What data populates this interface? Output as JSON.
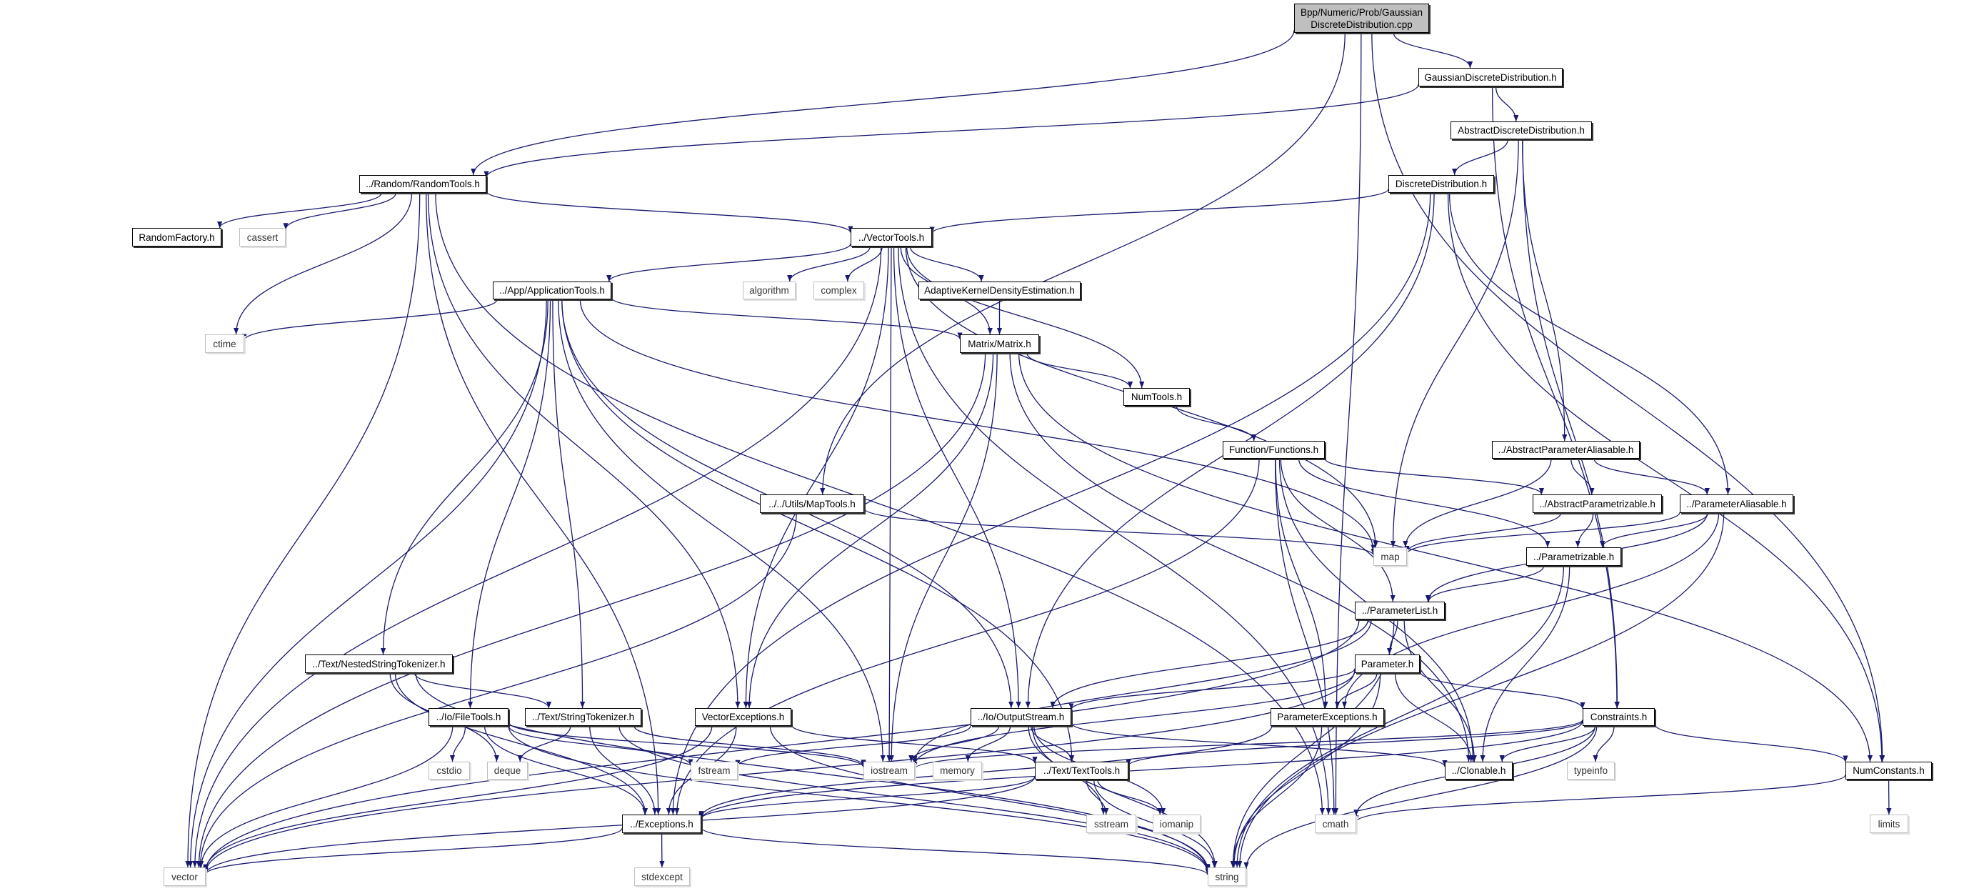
{
  "colors": {
    "edge": "#191970",
    "root_fill": "#bfbfbf",
    "system_border": "#bfbfbf",
    "node_border": "#000000"
  },
  "root": {
    "line1": "Bpp/Numeric/Prob/Gaussian",
    "line2": "DiscreteDistribution.cpp"
  },
  "nodes": {
    "gdd": {
      "label": "GaussianDiscreteDistribution.h",
      "kind": "local"
    },
    "add": {
      "label": "AbstractDiscreteDistribution.h",
      "kind": "local"
    },
    "dd": {
      "label": "DiscreteDistribution.h",
      "kind": "local"
    },
    "randomtools": {
      "label": "../Random/RandomTools.h",
      "kind": "local"
    },
    "randomfactory": {
      "label": "RandomFactory.h",
      "kind": "local"
    },
    "cassert": {
      "label": "cassert",
      "kind": "system"
    },
    "vectortools": {
      "label": "../VectorTools.h",
      "kind": "local"
    },
    "apptools": {
      "label": "../App/ApplicationTools.h",
      "kind": "local"
    },
    "algorithm": {
      "label": "algorithm",
      "kind": "system"
    },
    "complex": {
      "label": "complex",
      "kind": "system"
    },
    "akde": {
      "label": "AdaptiveKernelDensityEstimation.h",
      "kind": "local"
    },
    "ctime": {
      "label": "ctime",
      "kind": "system"
    },
    "matrix": {
      "label": "Matrix/Matrix.h",
      "kind": "local"
    },
    "numtools": {
      "label": "NumTools.h",
      "kind": "local"
    },
    "functions": {
      "label": "Function/Functions.h",
      "kind": "local"
    },
    "apa": {
      "label": "../AbstractParameterAliasable.h",
      "kind": "local"
    },
    "maptools": {
      "label": "../../Utils/MapTools.h",
      "kind": "local"
    },
    "aparam": {
      "label": "../AbstractParametrizable.h",
      "kind": "local"
    },
    "palias": {
      "label": "../ParameterAliasable.h",
      "kind": "local"
    },
    "map": {
      "label": "map",
      "kind": "system"
    },
    "parametrizable": {
      "label": "../Parametrizable.h",
      "kind": "local"
    },
    "paramlist": {
      "label": "../ParameterList.h",
      "kind": "local"
    },
    "nst": {
      "label": "../Text/NestedStringTokenizer.h",
      "kind": "local"
    },
    "parameter": {
      "label": "Parameter.h",
      "kind": "local"
    },
    "filetools": {
      "label": "../Io/FileTools.h",
      "kind": "local"
    },
    "stringtok": {
      "label": "../Text/StringTokenizer.h",
      "kind": "local"
    },
    "vecexc": {
      "label": "VectorExceptions.h",
      "kind": "local"
    },
    "outstream": {
      "label": "../Io/OutputStream.h",
      "kind": "local"
    },
    "paramexc": {
      "label": "ParameterExceptions.h",
      "kind": "local"
    },
    "constraints": {
      "label": "Constraints.h",
      "kind": "local"
    },
    "cstdio": {
      "label": "cstdio",
      "kind": "system"
    },
    "deque": {
      "label": "deque",
      "kind": "system"
    },
    "fstream": {
      "label": "fstream",
      "kind": "system"
    },
    "iostream": {
      "label": "iostream",
      "kind": "system"
    },
    "memory": {
      "label": "memory",
      "kind": "system"
    },
    "texttools": {
      "label": "../Text/TextTools.h",
      "kind": "local"
    },
    "clonable": {
      "label": "../Clonable.h",
      "kind": "local"
    },
    "typeinfo": {
      "label": "typeinfo",
      "kind": "system"
    },
    "numconst": {
      "label": "NumConstants.h",
      "kind": "local"
    },
    "exceptions": {
      "label": "../Exceptions.h",
      "kind": "local"
    },
    "sstream": {
      "label": "sstream",
      "kind": "system"
    },
    "iomanip": {
      "label": "iomanip",
      "kind": "system"
    },
    "cmath": {
      "label": "cmath",
      "kind": "system"
    },
    "limits": {
      "label": "limits",
      "kind": "system"
    },
    "vector": {
      "label": "vector",
      "kind": "system"
    },
    "stdexcept": {
      "label": "stdexcept",
      "kind": "system"
    },
    "string": {
      "label": "string",
      "kind": "system"
    }
  },
  "edges": [
    [
      "root",
      "gdd"
    ],
    [
      "root",
      "randomtools"
    ],
    [
      "root",
      "maptools"
    ],
    [
      "root",
      "cmath"
    ],
    [
      "root",
      "numconst"
    ],
    [
      "gdd",
      "add"
    ],
    [
      "gdd",
      "randomtools"
    ],
    [
      "gdd",
      "constraints"
    ],
    [
      "add",
      "dd"
    ],
    [
      "add",
      "map"
    ],
    [
      "add",
      "apa"
    ],
    [
      "add",
      "constraints"
    ],
    [
      "dd",
      "vectortools"
    ],
    [
      "dd",
      "exceptions"
    ],
    [
      "dd",
      "outstream"
    ],
    [
      "dd",
      "palias"
    ],
    [
      "dd",
      "numconst"
    ],
    [
      "randomtools",
      "randomfactory"
    ],
    [
      "randomtools",
      "cassert"
    ],
    [
      "randomtools",
      "ctime"
    ],
    [
      "randomtools",
      "vectortools"
    ],
    [
      "randomtools",
      "vector"
    ],
    [
      "randomtools",
      "exceptions"
    ],
    [
      "randomtools",
      "vecexc"
    ],
    [
      "randomtools",
      "cmath"
    ],
    [
      "vectortools",
      "apptools"
    ],
    [
      "vectortools",
      "algorithm"
    ],
    [
      "vectortools",
      "complex"
    ],
    [
      "vectortools",
      "akde"
    ],
    [
      "vectortools",
      "matrix"
    ],
    [
      "vectortools",
      "numtools"
    ],
    [
      "vectortools",
      "map"
    ],
    [
      "vectortools",
      "vecexc"
    ],
    [
      "vectortools",
      "outstream"
    ],
    [
      "vectortools",
      "vector"
    ],
    [
      "vectortools",
      "cmath"
    ],
    [
      "vectortools",
      "iostream"
    ],
    [
      "apptools",
      "ctime"
    ],
    [
      "apptools",
      "vector"
    ],
    [
      "apptools",
      "matrix"
    ],
    [
      "apptools",
      "map"
    ],
    [
      "apptools",
      "nst"
    ],
    [
      "apptools",
      "filetools"
    ],
    [
      "apptools",
      "stringtok"
    ],
    [
      "apptools",
      "texttools"
    ],
    [
      "apptools",
      "outstream"
    ],
    [
      "apptools",
      "iostream"
    ],
    [
      "akde",
      "matrix"
    ],
    [
      "matrix",
      "numtools"
    ],
    [
      "matrix",
      "vecexc"
    ],
    [
      "matrix",
      "vector"
    ],
    [
      "matrix",
      "iostream"
    ],
    [
      "matrix",
      "clonable"
    ],
    [
      "matrix",
      "numconst"
    ],
    [
      "numtools",
      "functions"
    ],
    [
      "functions",
      "aparam"
    ],
    [
      "functions",
      "parametrizable"
    ],
    [
      "functions",
      "paramlist"
    ],
    [
      "functions",
      "paramexc"
    ],
    [
      "functions",
      "clonable"
    ],
    [
      "functions",
      "cmath"
    ],
    [
      "functions",
      "exceptions"
    ],
    [
      "apa",
      "map"
    ],
    [
      "apa",
      "aparam"
    ],
    [
      "apa",
      "palias"
    ],
    [
      "aparam",
      "map"
    ],
    [
      "aparam",
      "parametrizable"
    ],
    [
      "palias",
      "map"
    ],
    [
      "palias",
      "parametrizable"
    ],
    [
      "palias",
      "paramlist"
    ],
    [
      "palias",
      "paramexc"
    ],
    [
      "palias",
      "string"
    ],
    [
      "parametrizable",
      "paramlist"
    ],
    [
      "parametrizable",
      "clonable"
    ],
    [
      "parametrizable",
      "string"
    ],
    [
      "paramlist",
      "parameter"
    ],
    [
      "paramlist",
      "clonable"
    ],
    [
      "paramlist",
      "vector"
    ],
    [
      "paramlist",
      "iostream"
    ],
    [
      "paramlist",
      "string"
    ],
    [
      "paramlist",
      "outstream"
    ],
    [
      "parameter",
      "constraints"
    ],
    [
      "parameter",
      "paramexc"
    ],
    [
      "parameter",
      "clonable"
    ],
    [
      "parameter",
      "outstream"
    ],
    [
      "parameter",
      "vector"
    ],
    [
      "parameter",
      "string"
    ],
    [
      "parameter",
      "iostream"
    ],
    [
      "paramexc",
      "exceptions"
    ],
    [
      "paramexc",
      "string"
    ],
    [
      "constraints",
      "clonable"
    ],
    [
      "constraints",
      "typeinfo"
    ],
    [
      "constraints",
      "numconst"
    ],
    [
      "constraints",
      "string"
    ],
    [
      "constraints",
      "iostream"
    ],
    [
      "constraints",
      "texttools"
    ],
    [
      "constraints",
      "exceptions"
    ],
    [
      "constraints",
      "cmath"
    ],
    [
      "numconst",
      "cmath"
    ],
    [
      "numconst",
      "limits"
    ],
    [
      "maptools",
      "map"
    ],
    [
      "maptools",
      "vector"
    ],
    [
      "nst",
      "stringtok"
    ],
    [
      "nst",
      "deque"
    ],
    [
      "nst",
      "exceptions"
    ],
    [
      "nst",
      "string"
    ],
    [
      "filetools",
      "cstdio"
    ],
    [
      "filetools",
      "vector"
    ],
    [
      "filetools",
      "fstream"
    ],
    [
      "filetools",
      "iostream"
    ],
    [
      "filetools",
      "string"
    ],
    [
      "filetools",
      "exceptions"
    ],
    [
      "stringtok",
      "deque"
    ],
    [
      "stringtok",
      "iostream"
    ],
    [
      "stringtok",
      "exceptions"
    ],
    [
      "stringtok",
      "string"
    ],
    [
      "vecexc",
      "exceptions"
    ],
    [
      "vecexc",
      "texttools"
    ],
    [
      "vecexc",
      "vector"
    ],
    [
      "vecexc",
      "string"
    ],
    [
      "outstream",
      "fstream"
    ],
    [
      "outstream",
      "iostream"
    ],
    [
      "outstream",
      "memory"
    ],
    [
      "outstream",
      "string"
    ],
    [
      "outstream",
      "sstream"
    ],
    [
      "outstream",
      "iomanip"
    ],
    [
      "outstream",
      "clonable"
    ],
    [
      "outstream",
      "texttools"
    ],
    [
      "texttools",
      "exceptions"
    ],
    [
      "texttools",
      "sstream"
    ],
    [
      "texttools",
      "iomanip"
    ],
    [
      "texttools",
      "string"
    ],
    [
      "texttools",
      "vector"
    ],
    [
      "exceptions",
      "stdexcept"
    ],
    [
      "exceptions",
      "string"
    ],
    [
      "exceptions",
      "vector"
    ]
  ]
}
